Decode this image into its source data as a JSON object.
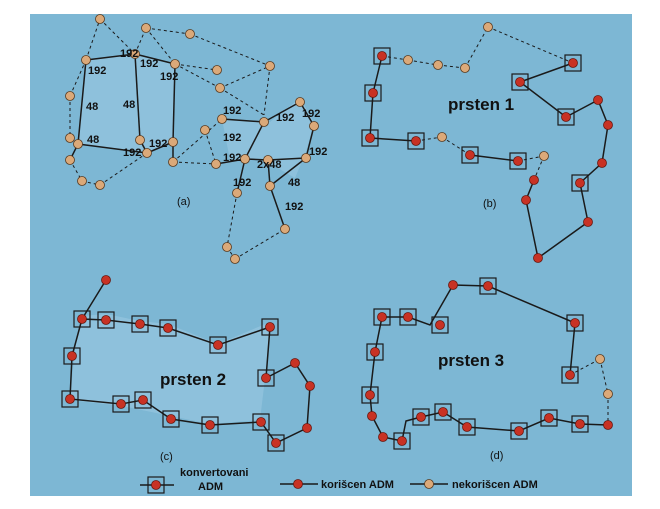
{
  "colors": {
    "background": "#7db7d4",
    "shaded_region": "#9ccbe2",
    "used_adm": "#c83224",
    "unused_adm": "#dba979",
    "line": "#1a1a1a"
  },
  "panels": {
    "a": {
      "label": "(a)",
      "link_labels": [
        "192",
        "192",
        "192",
        "192",
        "48",
        "48",
        "48",
        "192",
        "192",
        "192",
        "192",
        "192",
        "192",
        "192",
        "2x48",
        "192",
        "48",
        "192"
      ]
    },
    "b": {
      "label": "(b)",
      "title": "prsten 1"
    },
    "c": {
      "label": "(c)",
      "title": "prsten 2"
    },
    "d": {
      "label": "(d)",
      "title": "prsten 3"
    }
  },
  "legend": {
    "converted": {
      "line1": "konvertovani",
      "line2": "ADM",
      "icon": "boxed-red-node-icon"
    },
    "used": {
      "text": "korišcen ADM",
      "icon": "red-node-icon"
    },
    "unused": {
      "text": "nekorišcen ADM",
      "icon": "tan-node-icon"
    }
  }
}
